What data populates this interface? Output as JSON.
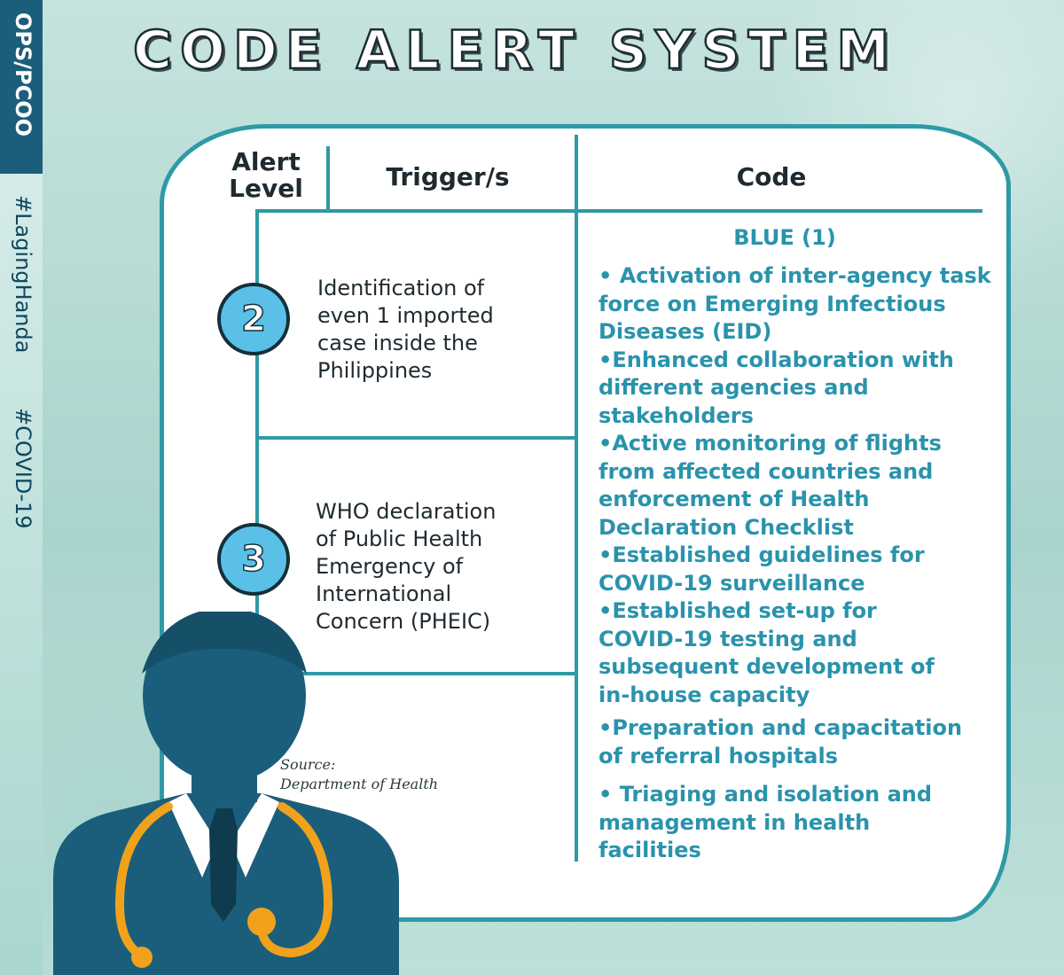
{
  "sidebar": {
    "tag": "OPS/PCOO",
    "hashtag1": "#LagingHanda",
    "hashtag2": "#COVID-19"
  },
  "title": "CODE ALERT SYSTEM",
  "table": {
    "headers": {
      "alert_level_line1": "Alert",
      "alert_level_line2": "Level",
      "triggers": "Trigger/s",
      "code": "Code"
    },
    "rows": [
      {
        "level": "2",
        "trigger": "Identification of\neven 1 imported\ncase inside the\nPhilippines"
      },
      {
        "level": "3",
        "trigger": "WHO declaration\nof Public Health\nEmergency of\nInternational\nConcern (PHEIC)"
      }
    ],
    "code": {
      "title": "BLUE (1)",
      "items": [
        "• Activation of inter-agency task\nforce on Emerging Infectious\nDiseases (EID)",
        "•Enhanced collaboration with\ndifferent agencies and\nstakeholders",
        "•Active monitoring of flights\nfrom affected countries and\nenforcement of Health\nDeclaration Checklist",
        "•Established guidelines for\nCOVID-19 surveillance",
        "•Established set-up for\nCOVID-19 testing and\nsubsequent development of\nin-house capacity",
        "•Preparation and capacitation\nof referral hospitals",
        "• Triaging and isolation and\nmanagement in health\nfacilities"
      ]
    }
  },
  "source": {
    "label": "Source:",
    "name": "Department of Health"
  },
  "colors": {
    "accent": "#2e9aa6",
    "code_text": "#2a93ac",
    "badge": "#5bc0e8",
    "doctor_suit": "#1b5e7b",
    "stethoscope": "#f0a21c"
  }
}
